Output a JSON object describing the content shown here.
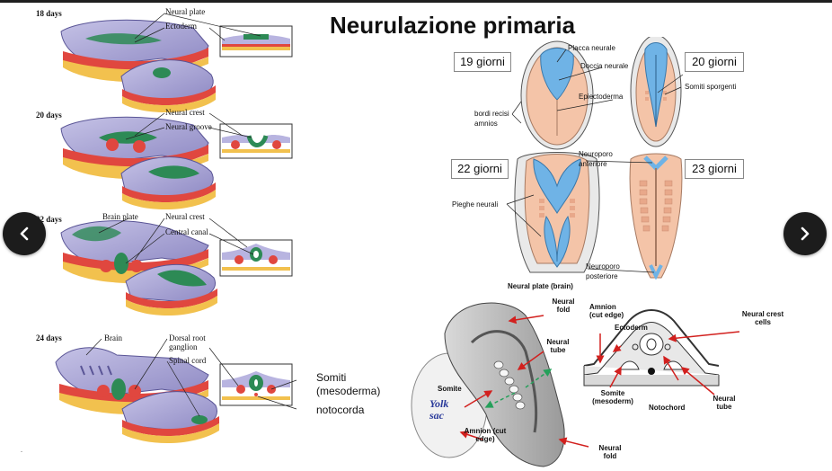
{
  "slide": {
    "title": "Neurulazione primaria",
    "left_figure": {
      "stages": [
        {
          "day": "18 days",
          "labels": [
            "Neural plate",
            "Ectoderm"
          ]
        },
        {
          "day": "20 days",
          "labels": [
            "Neural crest",
            "Neural groove"
          ]
        },
        {
          "day": "22 days",
          "labels": [
            "Brain plate",
            "Neural crest",
            "Central canal"
          ]
        },
        {
          "day": "24 days",
          "labels": [
            "Brain",
            "Dorsal root ganglion",
            "Spinal cord"
          ]
        }
      ]
    },
    "side_labels": {
      "somiti": "Somiti (mesoderma)",
      "notocorda": "notocorda"
    },
    "right_top_figure": {
      "day_boxes": [
        "19 giorni",
        "20 giorni",
        "22 giorni",
        "23 giorni"
      ],
      "labels": {
        "placca": "Placca neurale",
        "doccia": "Doccia neurale",
        "epiectoderma": "Epiectoderma",
        "somiti_sporgenti": "Somiti sporgenti",
        "bordi": "bordi recisi amnios",
        "neuroporo_anteriore": "Neuroporo anteriore",
        "pieghe": "Pieghe neurali",
        "neuroporo_posteriore": "Neuroporo posteriore"
      }
    },
    "right_bottom_figure": {
      "labels": {
        "neural_plate": "Neural plate (brain)",
        "neural_fold_top": "Neural fold",
        "neural_tube_left": "Neural tube",
        "somite_left": "Somite",
        "yolk_sac": "Yolk sac",
        "amnion_left": "Amnion (cut edge)",
        "neural_fold_bottom": "Neural fold",
        "amnion_right": "Amnion (cut edge)",
        "ectoderm": "Ectoderm",
        "neural_crest_cells": "Neural crest cells",
        "somite_right": "Somite (mesoderm)",
        "notochord": "Notochord",
        "neural_tube_right": "Neural tube"
      }
    },
    "footer_mark": "-"
  },
  "navigation": {
    "prev_icon": "chevron-left-icon",
    "next_icon": "chevron-right-icon"
  },
  "colors": {
    "neural_green": "#2d8a55",
    "embryo_purple": "#9a96cc",
    "mesoderm_red": "#e0473f",
    "yolk_yellow": "#f2c14e",
    "neural_blue": "#6fb3e6",
    "embryo_peach": "#f4c4a8",
    "arrow_red": "#d2201e",
    "nav_bg": "#1c1c1c"
  }
}
